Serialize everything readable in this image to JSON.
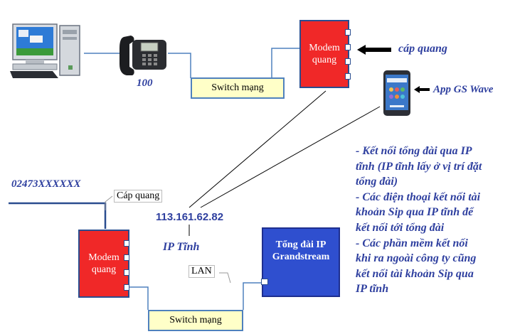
{
  "top": {
    "switch_label": "Switch mạng",
    "modem_label": "Modem\nquang",
    "fiber_label": "cáp quang",
    "phone_ext": "100",
    "app_label": "App GS Wave"
  },
  "bottom": {
    "phone_number": "02473XXXXXX",
    "fiber_label": "Cáp quang",
    "static_ip": "113.161.62.82",
    "ip_label": "IP Tĩnh",
    "modem_label": "Modem\nquang",
    "lan_label": "LAN",
    "pabx_label": "Tổng đài IP\nGrandstream",
    "switch_label": "Switch mạng"
  },
  "notes": [
    "- Kết nối tổng đài qua IP",
    "tĩnh (IP tĩnh lấy ở vị trí đặt",
    "tổng đài)",
    "- Các điện thoại kết nối tài",
    "khoản Sip qua IP tĩnh để",
    "kết nối tới tổng đài",
    "- Các phần mềm kết nối",
    "khi ra ngoài công ty cũng",
    "kết nối tài khoản Sip qua",
    "IP tĩnh"
  ],
  "colors": {
    "modem_fill": "#f02828",
    "pabx_fill": "#2f4fcf",
    "switch_fill": "#ffffc8",
    "line_blue": "#4f81bd",
    "text_blue": "#2e3f9f"
  }
}
